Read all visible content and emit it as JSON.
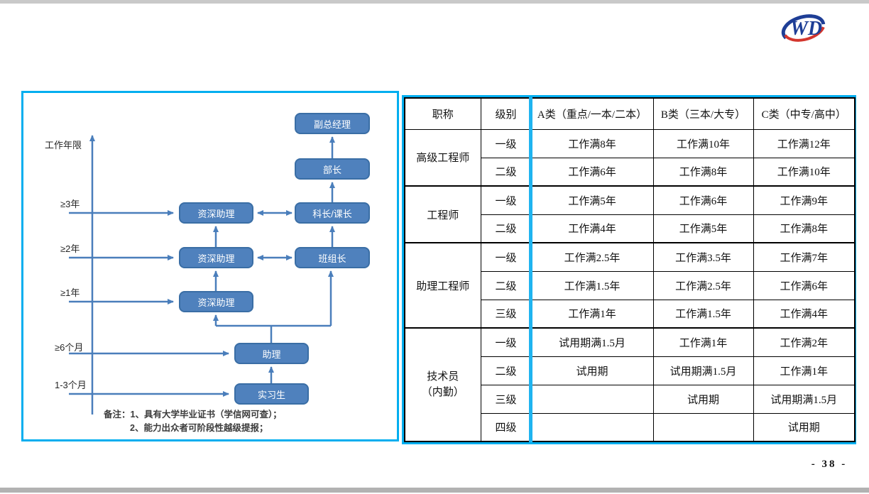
{
  "page": {
    "page_number": "- 38 -"
  },
  "logo": {
    "text": "WD"
  },
  "colors": {
    "panel_border_cyan": "#00AEEF",
    "box_blue": "#4F81BD",
    "box_border_blue": "#3A6EA5",
    "arrow_blue": "#4A7EBB",
    "logo_blue": "#1E3E96",
    "logo_red": "#D3362D"
  },
  "diagram": {
    "axis_label": "工作年限",
    "ticks": [
      "≥3年",
      "≥2年",
      "≥1年",
      "≥6个月",
      "1-3个月"
    ],
    "boxes": {
      "deputy_gm": "副总经理",
      "minister": "部长",
      "section_chief": "科长/课长",
      "team_leader": "班组长",
      "senior_assistant_l3": "资深助理",
      "senior_assistant_l2": "资深助理",
      "senior_assistant_l1": "资深助理",
      "assistant": "助理",
      "intern": "实习生"
    },
    "notes": {
      "line1": "备注：1、具有大学毕业证书（学信网可查）；",
      "line2": "2、能力出众者可阶段性越级提报；"
    }
  },
  "table": {
    "headers": [
      "职称",
      "级别",
      "A类（重点/一本/二本）",
      "B类（三本/大专）",
      "C类（中专/高中）"
    ],
    "rows": [
      {
        "title": "高级工程师",
        "level": "一级",
        "a": "工作满8年",
        "b": "工作满10年",
        "c": "工作满12年"
      },
      {
        "level": "二级",
        "a": "工作满6年",
        "b": "工作满8年",
        "c": "工作满10年"
      },
      {
        "title": "工程师",
        "level": "一级",
        "a": "工作满5年",
        "b": "工作满6年",
        "c": "工作满9年"
      },
      {
        "level": "二级",
        "a": "工作满4年",
        "b": "工作满5年",
        "c": "工作满8年"
      },
      {
        "title": "助理工程师",
        "level": "一级",
        "a": "工作满2.5年",
        "b": "工作满3.5年",
        "c": "工作满7年"
      },
      {
        "level": "二级",
        "a": "工作满1.5年",
        "b": "工作满2.5年",
        "c": "工作满6年"
      },
      {
        "level": "三级",
        "a": "工作满1年",
        "b": "工作满1.5年",
        "c": "工作满4年"
      },
      {
        "title_line1": "技术员",
        "title_line2": "（内勤）",
        "level": "一级",
        "a": "试用期满1.5月",
        "b": "工作满1年",
        "c": "工作满2年"
      },
      {
        "level": "二级",
        "a": "试用期",
        "b": "试用期满1.5月",
        "c": "工作满1年"
      },
      {
        "level": "三级",
        "a": "",
        "b": "试用期",
        "c": "试用期满1.5月"
      },
      {
        "level": "四级",
        "a": "",
        "b": "",
        "c": "试用期"
      }
    ]
  }
}
